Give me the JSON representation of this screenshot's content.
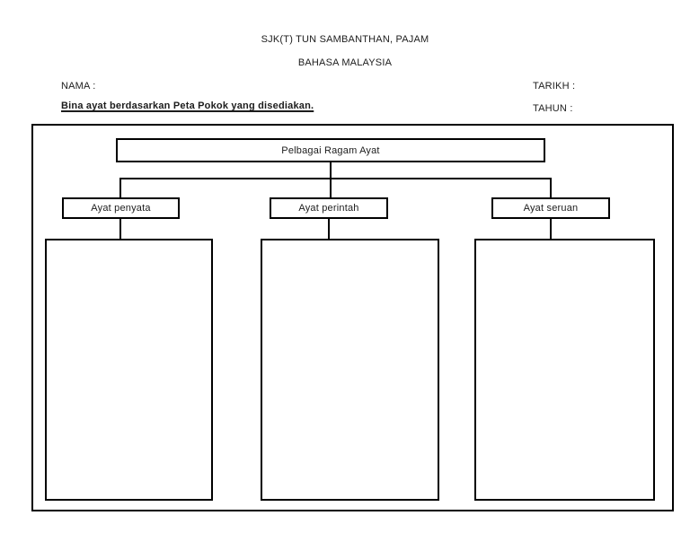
{
  "header": {
    "school": "SJK(T) TUN SAMBANTHAN, PAJAM",
    "subject": "BAHASA MALAYSIA"
  },
  "fields": {
    "nama_label": "NAMA :",
    "tarikh_label": "TARIKH :",
    "tahun_label": "TAHUN :"
  },
  "instruction": {
    "text": "Bina ayat berdasarkan Peta Pokok yang disediakan."
  },
  "diagram": {
    "type": "tree-map",
    "root_label": "Pelbagai Ragam Ayat",
    "branches": [
      {
        "label": "Ayat penyata",
        "answer_value": ""
      },
      {
        "label": "Ayat perintah",
        "answer_value": ""
      },
      {
        "label": "Ayat seruan",
        "answer_value": ""
      }
    ]
  },
  "colors": {
    "background": "#ffffff",
    "text": "#1c1c1c",
    "line": "#000000"
  }
}
